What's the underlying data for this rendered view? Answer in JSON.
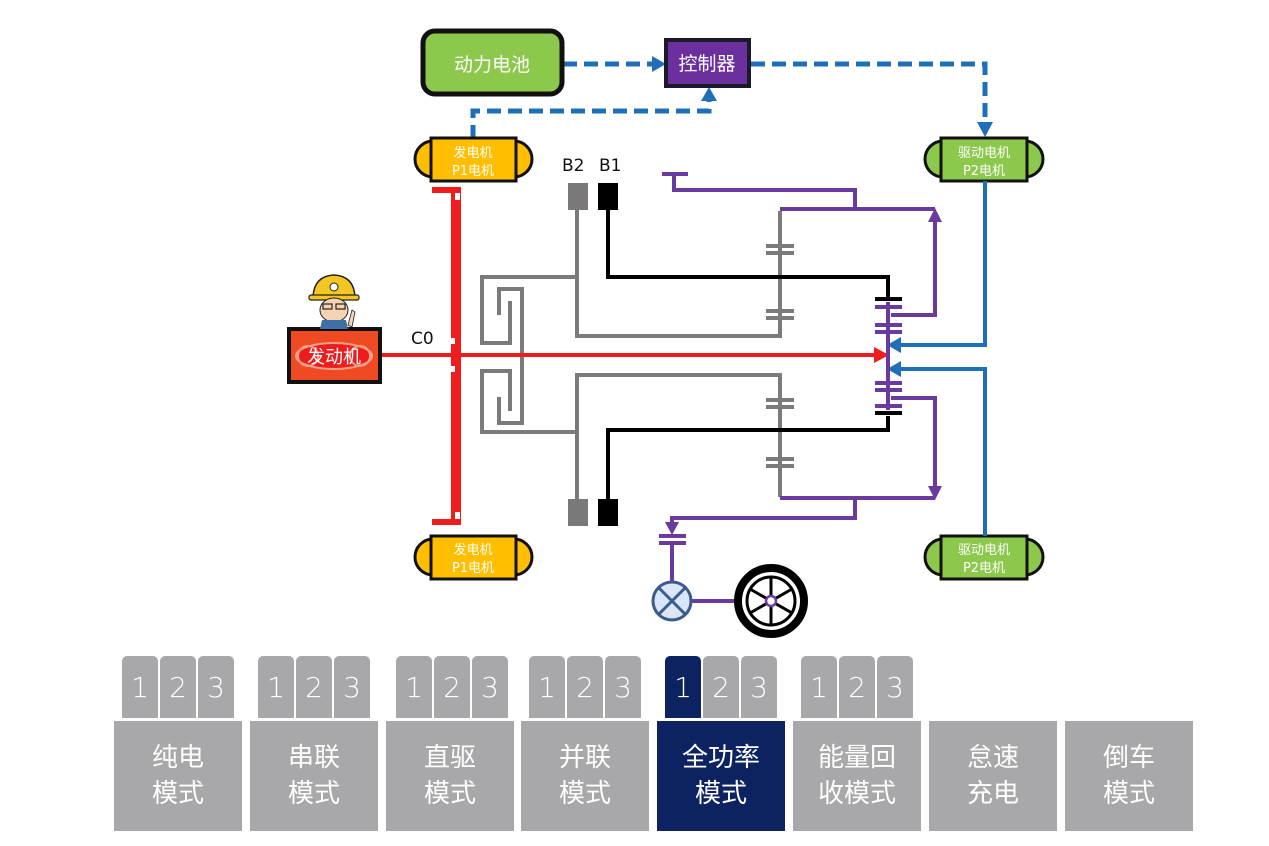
{
  "diagram": {
    "components": {
      "battery": "动力电池",
      "controller": "控制器",
      "generator_top": [
        "发电机",
        "P1电机"
      ],
      "generator_bottom": [
        "发电机",
        "P1电机"
      ],
      "drive_motor_top": [
        "驱动电机",
        "P2电机"
      ],
      "drive_motor_bottom": [
        "驱动电机",
        "P2电机"
      ],
      "engine": "发动机"
    },
    "labels": {
      "brake_b2": "B2",
      "brake_b1": "B1",
      "clutch_c0": "C0"
    },
    "colors": {
      "engine_flow": "#ee1c1c",
      "electric_flow": "#1e6fb8",
      "output_flow": "#6b3a9e",
      "carrier": "#7b7b7b",
      "ring": "#000000",
      "battery_fill": "#8cc84b",
      "controller_fill": "#6b2f9e",
      "generator_fill": "#ffbf00",
      "motor_fill": "#8cc84b",
      "engine_fill": "#f04a23"
    }
  },
  "modes": [
    {
      "id": "ev",
      "line1": "纯电",
      "line2": "模式",
      "subtabs": [
        "1",
        "2",
        "3"
      ],
      "active": false,
      "active_sub": null
    },
    {
      "id": "series",
      "line1": "串联",
      "line2": "模式",
      "subtabs": [
        "1",
        "2",
        "3"
      ],
      "active": false,
      "active_sub": null
    },
    {
      "id": "direct",
      "line1": "直驱",
      "line2": "模式",
      "subtabs": [
        "1",
        "2",
        "3"
      ],
      "active": false,
      "active_sub": null
    },
    {
      "id": "parallel",
      "line1": "并联",
      "line2": "模式",
      "subtabs": [
        "1",
        "2",
        "3"
      ],
      "active": false,
      "active_sub": null
    },
    {
      "id": "full-power",
      "line1": "全功率",
      "line2": "模式",
      "subtabs": [
        "1",
        "2",
        "3"
      ],
      "active": true,
      "active_sub": 0
    },
    {
      "id": "regen",
      "line1": "能量回",
      "line2": "收模式",
      "subtabs": [
        "1",
        "2",
        "3"
      ],
      "active": false,
      "active_sub": null
    },
    {
      "id": "idle-charge",
      "line1": "怠速",
      "line2": "充电",
      "subtabs": [],
      "active": false,
      "active_sub": null
    },
    {
      "id": "reverse",
      "line1": "倒车",
      "line2": "模式",
      "subtabs": [],
      "active": false,
      "active_sub": null
    }
  ]
}
